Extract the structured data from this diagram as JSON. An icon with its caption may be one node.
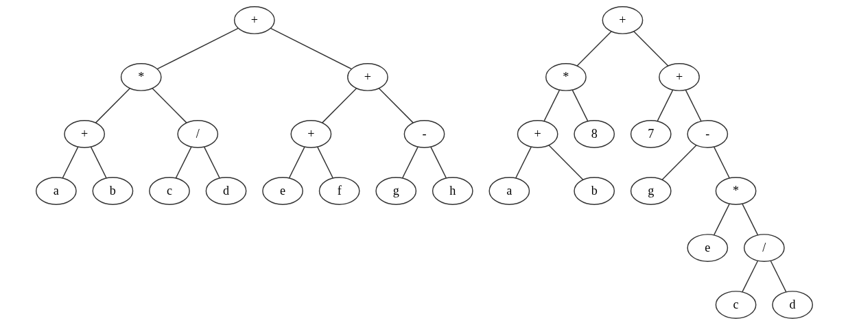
{
  "diagram": {
    "nodes": [
      {
        "text": [
          "+"
        ]
      },
      {
        "text": [
          "*"
        ]
      },
      {
        "text": [
          "+"
        ]
      },
      {
        "text": [
          "+"
        ]
      },
      {
        "text": [
          "/"
        ]
      },
      {
        "text": [
          "+"
        ]
      },
      {
        "text": [
          "-"
        ]
      },
      {
        "text": [
          "a"
        ]
      },
      {
        "text": [
          "b"
        ]
      },
      {
        "text": [
          "c"
        ]
      },
      {
        "text": [
          "d"
        ]
      },
      {
        "text": [
          "e"
        ]
      },
      {
        "text": [
          "f"
        ]
      },
      {
        "text": [
          "g"
        ]
      },
      {
        "text": [
          "h"
        ]
      },
      {
        "text": [
          "+"
        ]
      },
      {
        "text": [
          "*"
        ]
      },
      {
        "text": [
          "+"
        ]
      },
      {
        "text": [
          "+"
        ]
      },
      {
        "text": [
          "8"
        ]
      },
      {
        "text": [
          "7"
        ]
      },
      {
        "text": [
          "-"
        ]
      },
      {
        "text": [
          "a"
        ]
      },
      {
        "text": [
          "b"
        ]
      },
      {
        "text": [
          "g"
        ]
      },
      {
        "text": [
          "*"
        ]
      },
      {
        "text": [
          "e"
        ]
      },
      {
        "text": [
          "/"
        ]
      },
      {
        "text": [
          "c"
        ]
      },
      {
        "text": [
          "d"
        ]
      }
    ],
    "edges": [
      {
        "from": 0,
        "to": 1,
        "arrow": "none"
      },
      {
        "from": 0,
        "to": 2,
        "arrow": "none"
      },
      {
        "from": 1,
        "to": 3,
        "arrow": "none"
      },
      {
        "from": 1,
        "to": 4,
        "arrow": "none"
      },
      {
        "from": 2,
        "to": 5,
        "arrow": "none"
      },
      {
        "from": 2,
        "to": 6,
        "arrow": "none"
      },
      {
        "from": 3,
        "to": 7,
        "arrow": "none"
      },
      {
        "from": 3,
        "to": 8,
        "arrow": "none"
      },
      {
        "from": 4,
        "to": 9,
        "arrow": "none"
      },
      {
        "from": 4,
        "to": 10,
        "arrow": "none"
      },
      {
        "from": 5,
        "to": 11,
        "arrow": "none"
      },
      {
        "from": 5,
        "to": 12,
        "arrow": "none"
      },
      {
        "from": 6,
        "to": 13,
        "arrow": "none"
      },
      {
        "from": 6,
        "to": 14,
        "arrow": "none"
      },
      {
        "from": 15,
        "to": 16,
        "arrow": "none"
      },
      {
        "from": 15,
        "to": 17,
        "arrow": "none"
      },
      {
        "from": 16,
        "to": 18,
        "arrow": "none"
      },
      {
        "from": 16,
        "to": 19,
        "arrow": "none"
      },
      {
        "from": 17,
        "to": 20,
        "arrow": "none"
      },
      {
        "from": 17,
        "to": 21,
        "arrow": "none"
      },
      {
        "from": 18,
        "to": 22,
        "arrow": "none"
      },
      {
        "from": 18,
        "to": 23,
        "arrow": "none"
      },
      {
        "from": 21,
        "to": 24,
        "arrow": "none"
      },
      {
        "from": 21,
        "to": 25,
        "arrow": "none"
      },
      {
        "from": 25,
        "to": 26,
        "arrow": "none"
      },
      {
        "from": 25,
        "to": 27,
        "arrow": "none"
      },
      {
        "from": 27,
        "to": 28,
        "arrow": "none"
      },
      {
        "from": 27,
        "to": 29,
        "arrow": "none"
      }
    ]
  }
}
